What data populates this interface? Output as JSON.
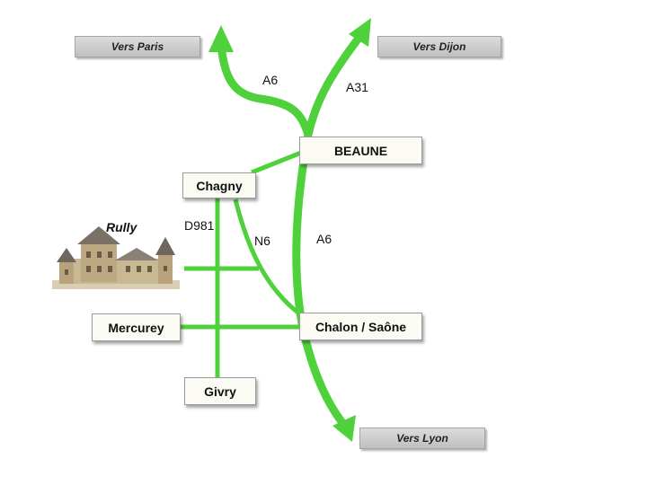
{
  "directions": {
    "paris": "Vers Paris",
    "dijon": "Vers Dijon",
    "lyon": "Vers Lyon"
  },
  "towns": {
    "beaune": "BEAUNE",
    "chagny": "Chagny",
    "mercurey": "Mercurey",
    "chalon": "Chalon / Saône",
    "givry": "Givry"
  },
  "castle": {
    "label": "Rully"
  },
  "roads": {
    "a6_north": "A6",
    "a31": "A31",
    "a6_south": "A6",
    "d981": "D981",
    "n6": "N6"
  },
  "colors": {
    "road": "#4fd13c",
    "road_edge": "#3fb82d",
    "box_fill": "#fbfbf4",
    "sign_fill": "#cccccc"
  }
}
